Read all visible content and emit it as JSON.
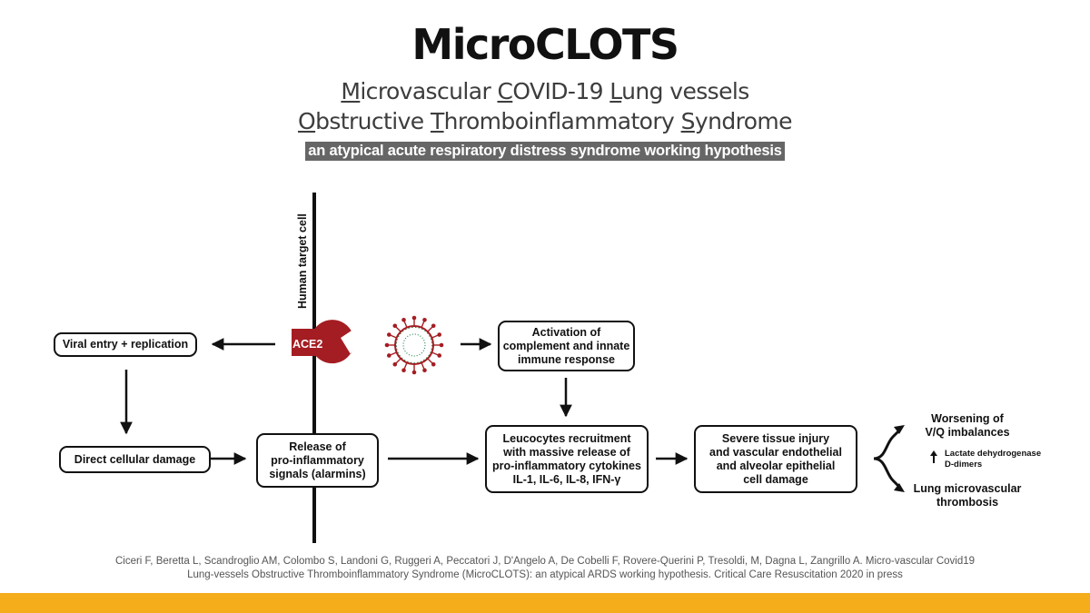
{
  "header": {
    "title": "MicroCLOTS",
    "subtitle_line1": [
      "M",
      "icrovascular ",
      "C",
      "OVID-19 ",
      "L",
      "ung vessels"
    ],
    "subtitle_line2": [
      "O",
      "bstructive ",
      "T",
      "hromboinflammatory ",
      "S",
      "yndrome"
    ],
    "tagline": "an atypical acute respiratory distress syndrome working hypothesis"
  },
  "diagram": {
    "membrane_label": "Human target cell",
    "receptor_label": "ACE2",
    "boxes": {
      "viral_entry": "Viral entry + replication",
      "direct_damage": "Direct cellular damage",
      "release_signals": [
        "Release of",
        "pro-inflammatory",
        "signals (alarmins)"
      ],
      "activation": [
        "Activation of",
        "complement and innate",
        "immune response"
      ],
      "leucocytes": [
        "Leucocytes recruitment",
        "with massive release of",
        "pro-inflammatory cytokines",
        "IL-1, IL-6, IL-8, IFN-γ"
      ],
      "tissue_injury": [
        "Severe tissue injury",
        "and vascular endothelial",
        "and alveolar epithelial",
        "cell damage"
      ]
    },
    "outcomes": {
      "worsening": [
        "Worsening of",
        "V/Q imbalances"
      ],
      "markers": [
        "Lactate dehydrogenase",
        "D-dimers"
      ],
      "thrombosis": [
        "Lung microvascular",
        "thrombosis"
      ]
    },
    "colors": {
      "ace2": "#a41d22",
      "virus_ring": "#a41d22",
      "virus_spikes": "#2e8b57",
      "arrow": "#111111"
    },
    "icons": [
      "ace2-receptor-icon",
      "coronavirus-icon",
      "up-arrow-icon"
    ]
  },
  "citation": {
    "line1": "Ciceri F, Beretta L, Scandroglio AM, Colombo S, Landoni G, Ruggeri A, Peccatori J, D'Angelo A, De Cobelli F, Rovere-Querini P, Tresoldi, M, Dagna L, Zangrillo A.  Micro-vascular Covid19",
    "line2": "Lung-vessels Obstructive Thromboinflammatory Syndrome (MicroCLOTS): an atypical ARDS working hypothesis. Critical Care Resuscitation 2020 in press"
  },
  "footer": {
    "color": "#f5ad1b"
  }
}
